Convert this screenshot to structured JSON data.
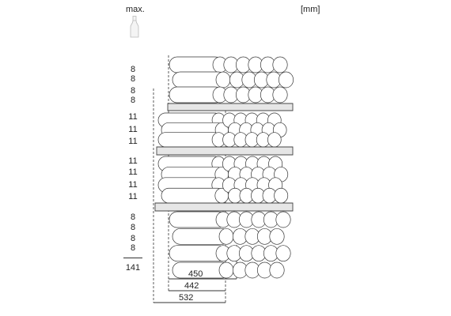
{
  "header": {
    "max_label": "max.",
    "unit_label": "[mm]"
  },
  "icons": {
    "bottle": "bottle-icon"
  },
  "shelf_counts": [
    "8",
    "8",
    "8",
    "8",
    "11",
    "11",
    "11",
    "11",
    "11",
    "11",
    "11",
    "8",
    "8",
    "8",
    "8"
  ],
  "total": "141",
  "dimensions": {
    "d450": "450",
    "d442": "442",
    "d532": "532"
  },
  "colors": {
    "line": "#333333",
    "bottle_fill": "#ffffff",
    "shelf": "#cccccc"
  }
}
